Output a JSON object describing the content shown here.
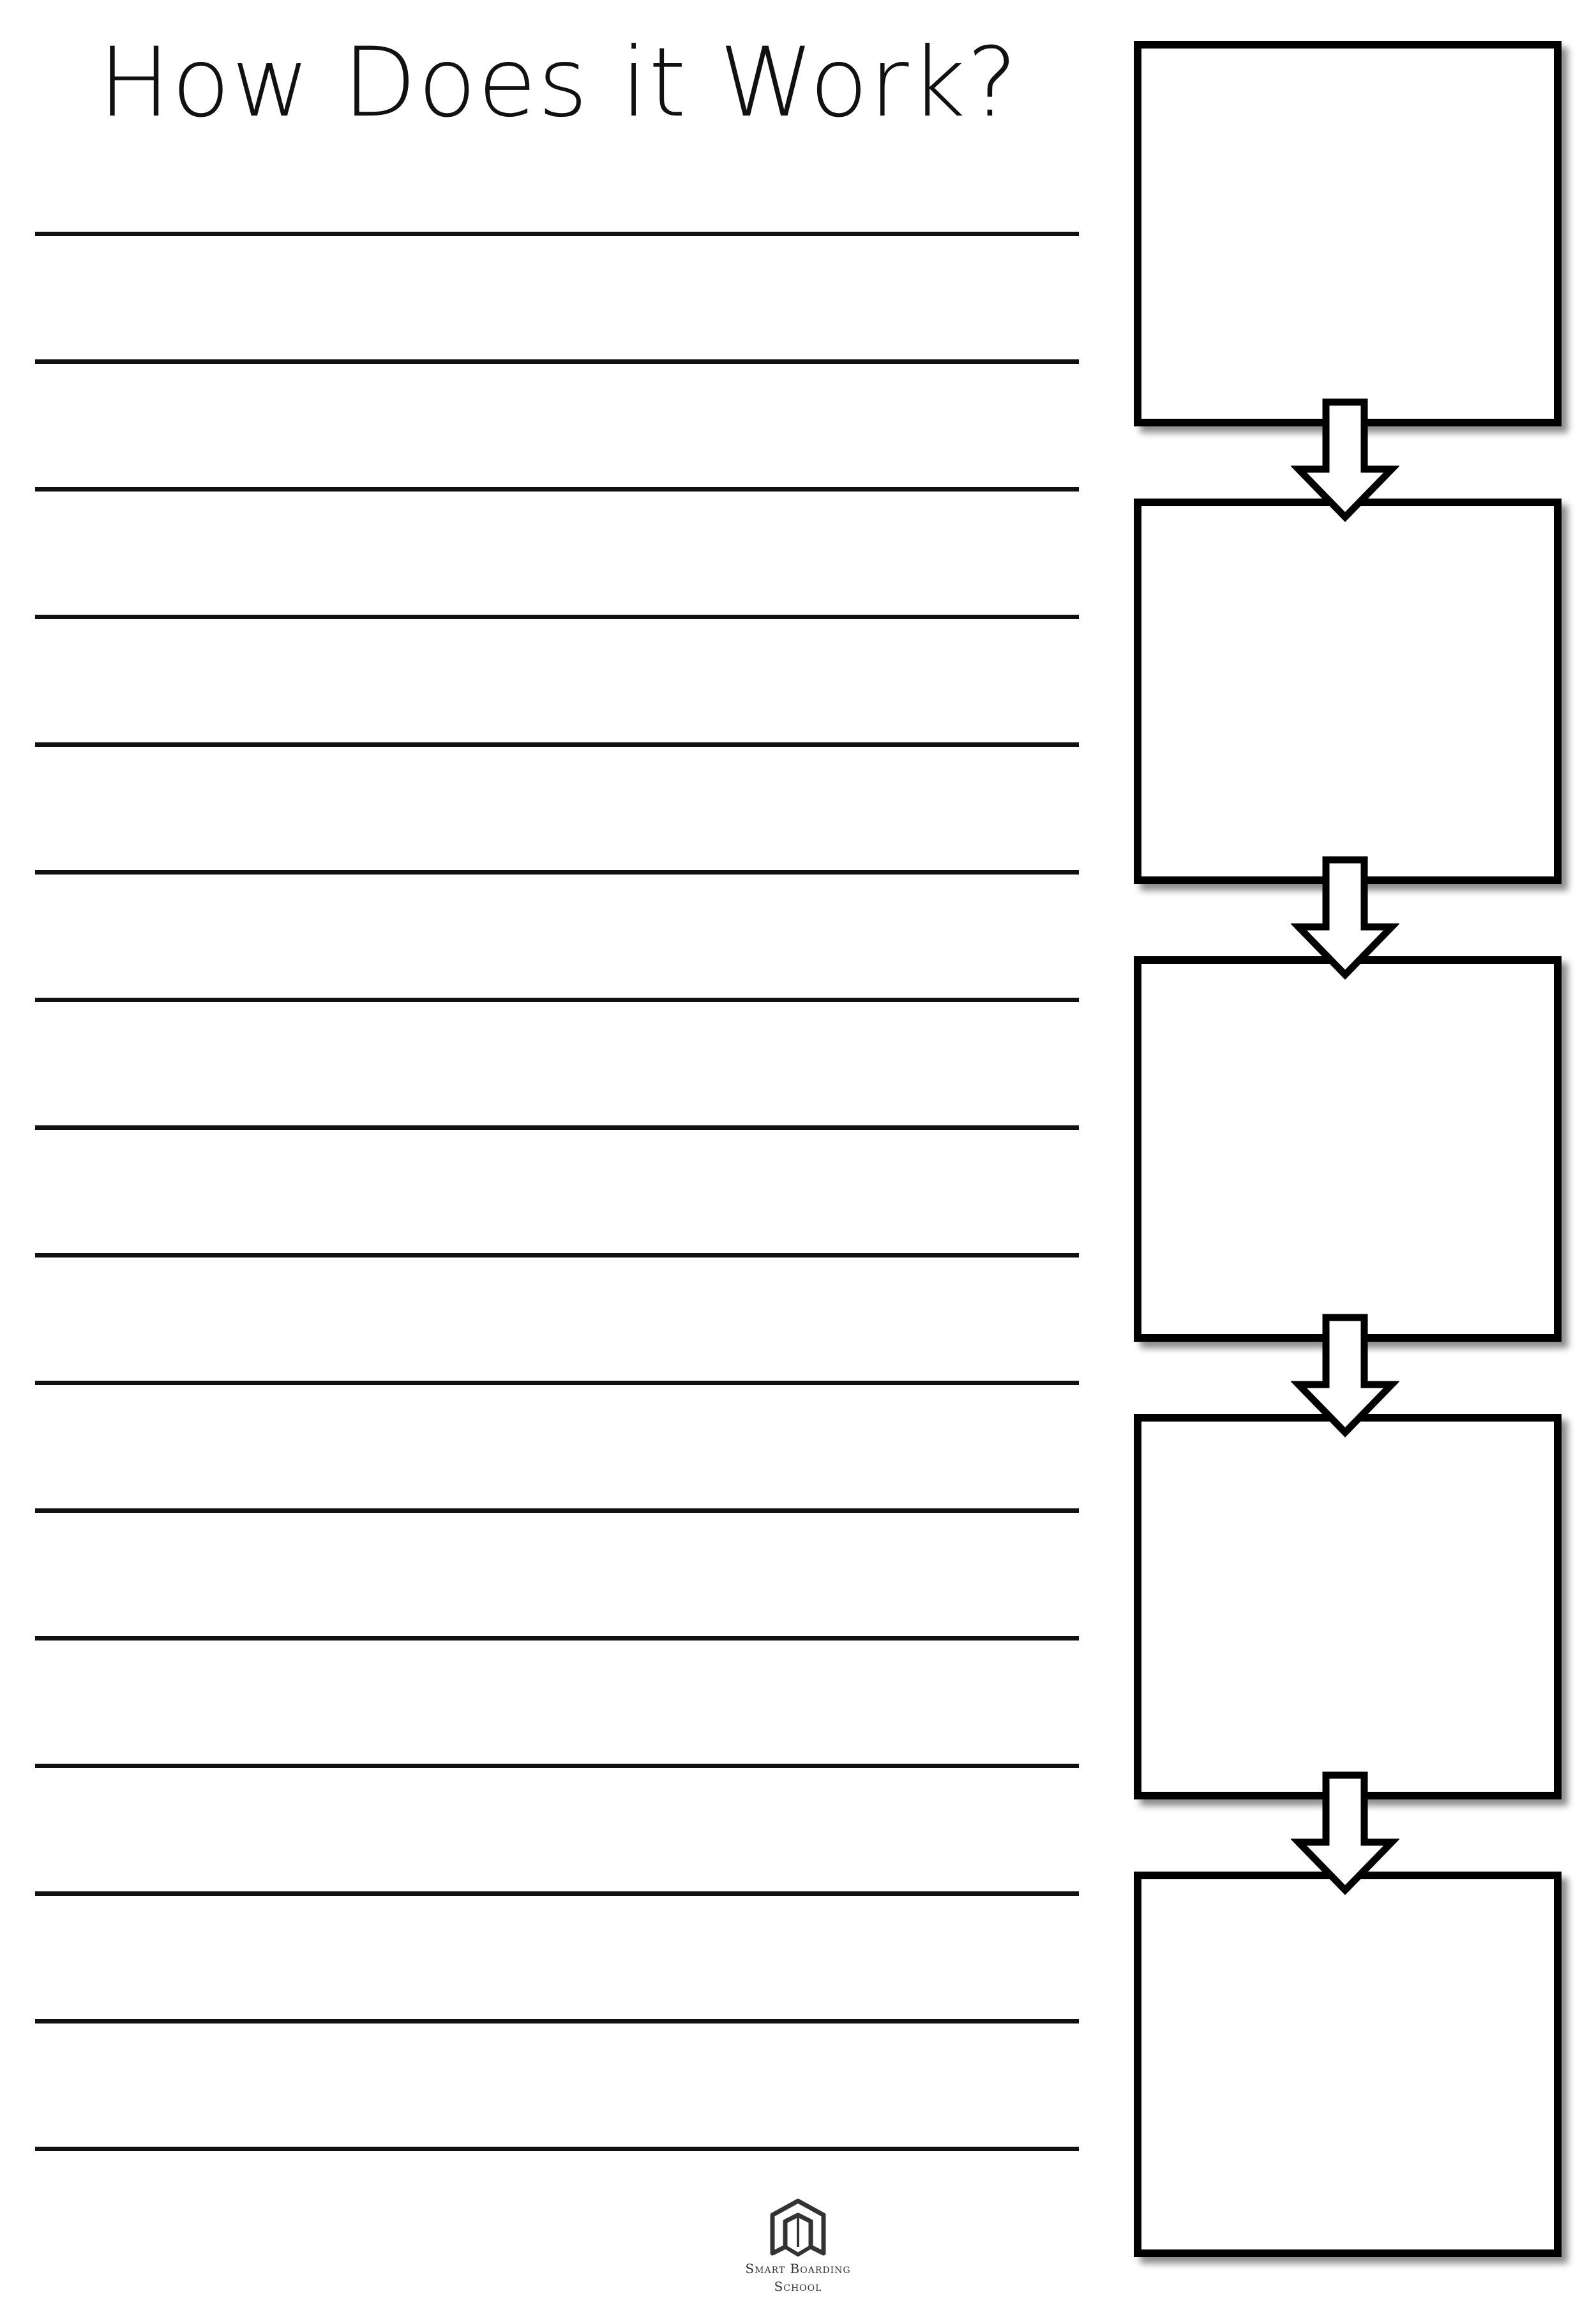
{
  "worksheet": {
    "title": "How Does it Work?",
    "writing_line_count": 16,
    "flow_box_count": 5,
    "flow_arrow_count": 4
  },
  "branding": {
    "logo_icon": "book-building-icon",
    "name_line1": "Smart Boarding",
    "name_line2": "School"
  },
  "colors": {
    "ink": "#111111",
    "background": "#ffffff"
  }
}
